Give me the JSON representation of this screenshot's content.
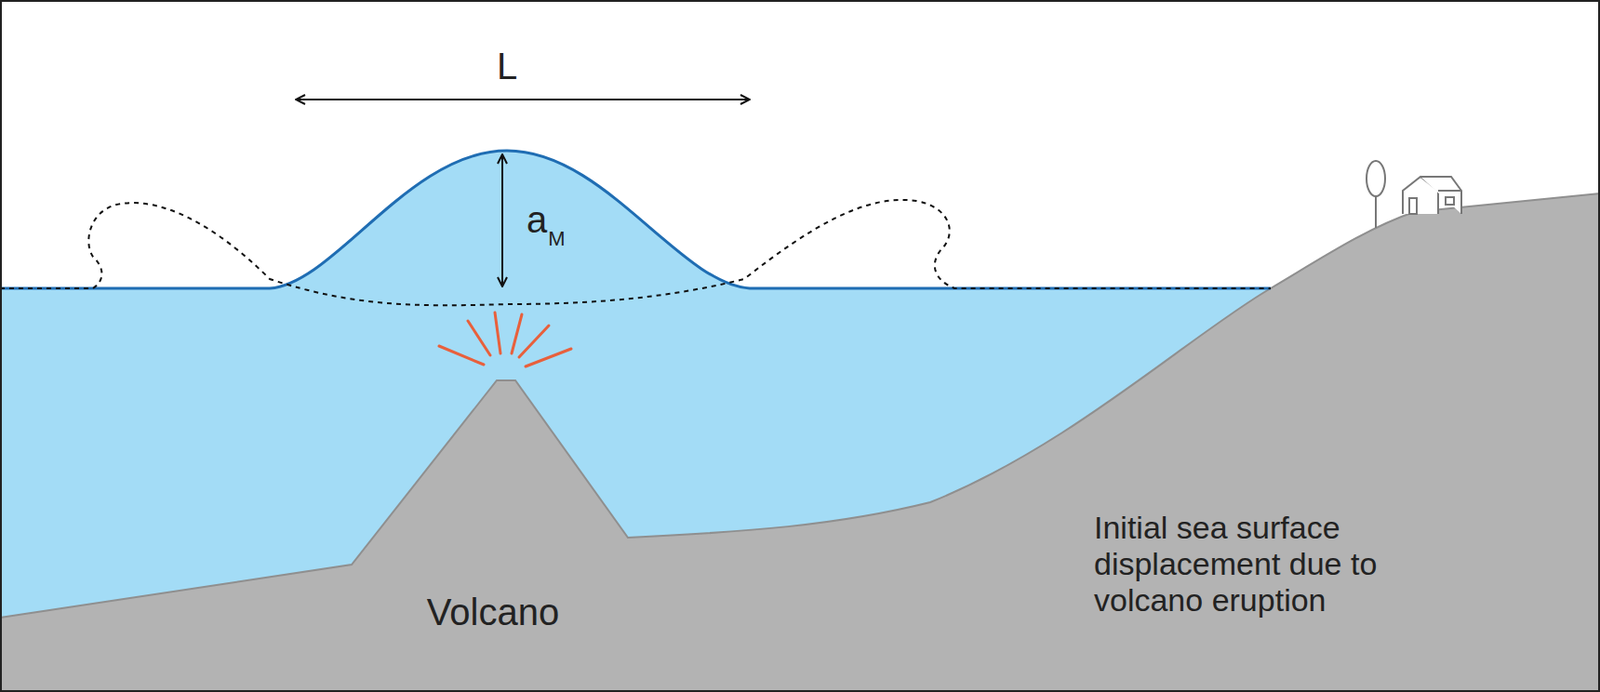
{
  "diagram": {
    "labels": [
      "L",
      "a",
      "M",
      "Volcano",
      "Initial sea surface displacement due to volcano eruption"
    ]
  }
}
